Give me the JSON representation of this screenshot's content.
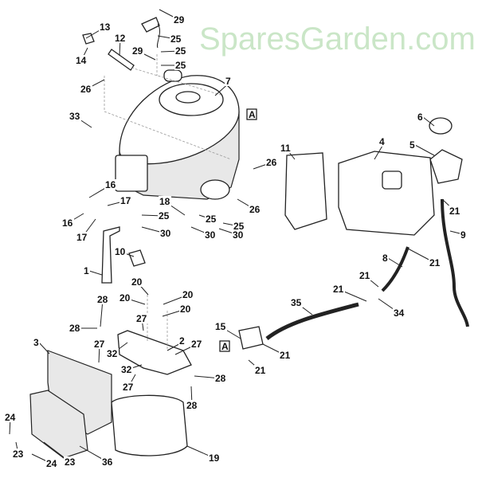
{
  "diagram": {
    "watermark": "SparesGarden.com",
    "reference_marks": [
      "A",
      "A"
    ],
    "callouts": [
      "13",
      "12",
      "14",
      "29",
      "25",
      "29",
      "25",
      "25",
      "26",
      "7",
      "33",
      "6",
      "5",
      "4",
      "11",
      "26",
      "16",
      "17",
      "18",
      "25",
      "25",
      "25",
      "26",
      "21",
      "16",
      "17",
      "30",
      "30",
      "30",
      "9",
      "10",
      "8",
      "21",
      "1",
      "20",
      "20",
      "20",
      "20",
      "21",
      "21",
      "28",
      "35",
      "34",
      "27",
      "28",
      "15",
      "27",
      "2",
      "27",
      "3",
      "21",
      "32",
      "32",
      "21",
      "27",
      "28",
      "28",
      "24",
      "23",
      "24",
      "23",
      "36",
      "19"
    ]
  }
}
